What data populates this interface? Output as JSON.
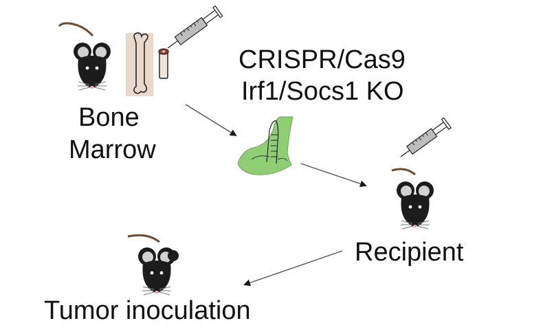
{
  "labels": {
    "bone": "Bone",
    "marrow": "Marrow",
    "crispr": "CRISPR/Cas9",
    "ko": "Irf1/Socs1 KO",
    "recipient": "Recipient",
    "tumor": "Tumor inoculation"
  },
  "colors": {
    "mouse_body": "#1c1c1c",
    "mouse_ear": "#cfcfcf",
    "nose": "#e8a3c9",
    "tail": "#6b4a30",
    "bone_panel": "#ead8cc",
    "culture_green": "#8fce75",
    "syringe_gray": "#b9b9b9",
    "arrow": "#555555"
  },
  "icons": [
    "mouse-icon",
    "bone-icon",
    "syringe-icon",
    "culture-dish-icon",
    "arrow-icon"
  ]
}
